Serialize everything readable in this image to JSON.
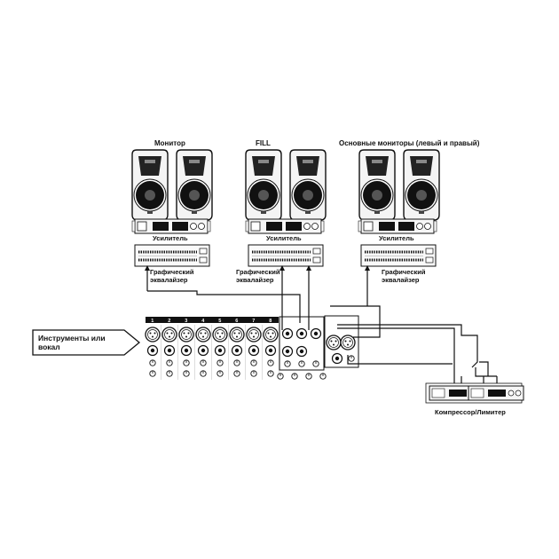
{
  "diagram": {
    "groups": {
      "monitor": "Монитор",
      "fill": "FILL",
      "main": "Основные мониторы (левый и правый)"
    },
    "amp_label": "Усилитель",
    "eq_label_line1": "Графический",
    "eq_label_line2": "эквалайзер",
    "input_label_line1": "Инструменты или",
    "input_label_line2": "вокал",
    "compressor_label": "Компрессор/Лимитер",
    "channel_numbers": [
      "1",
      "2",
      "3",
      "4",
      "5",
      "6",
      "7",
      "8"
    ]
  }
}
